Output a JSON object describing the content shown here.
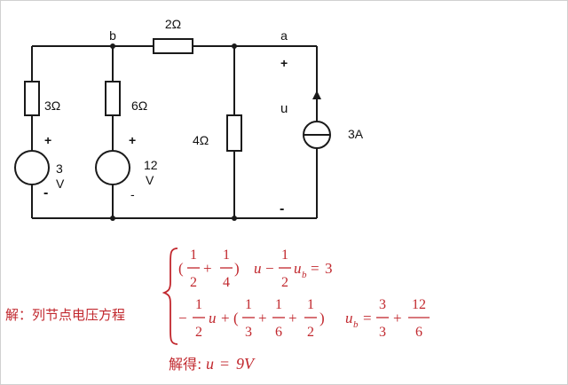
{
  "colors": {
    "wire": "#1a1a1a",
    "equation": "#c1272d",
    "frame": "#d0d0d0"
  },
  "circuit": {
    "nodes": {
      "b": "b",
      "a": "a"
    },
    "resistors": {
      "top": "2Ω",
      "left": "3Ω",
      "mid": "6Ω",
      "right": "4Ω"
    },
    "sources": {
      "v1": {
        "value": "3",
        "unit": "V",
        "plus": "+",
        "minus": "-"
      },
      "v2": {
        "value": "12",
        "unit": "V",
        "plus": "+",
        "minus": "-"
      },
      "current": {
        "value": "3A"
      }
    },
    "u_label": "u",
    "u_plus": "+",
    "u_minus": "-"
  },
  "solution": {
    "intro": "解：列节点电压方程",
    "eq1": {
      "open": "(",
      "f1_num": "1",
      "f1_den": "2",
      "plus1": "+",
      "f2_num": "1",
      "f2_den": "4",
      "close": ")",
      "u": "u",
      "minus": "−",
      "f3_num": "1",
      "f3_den": "2",
      "ub": "u",
      "ub_sub": "b",
      "eq_sign": "=",
      "rhs": "3"
    },
    "eq2": {
      "minus": "−",
      "f1_num": "1",
      "f1_den": "2",
      "u": "u",
      "plus0": "+",
      "open": "(",
      "f2_num": "1",
      "f2_den": "3",
      "plus1": "+",
      "f3_num": "1",
      "f3_den": "6",
      "plus2": "+",
      "f4_num": "1",
      "f4_den": "2",
      "close": ")",
      "ub": "u",
      "ub_sub": "b",
      "eq_sign": "=",
      "r1_num": "3",
      "r1_den": "3",
      "plus3": "+",
      "r2_num": "12",
      "r2_den": "6"
    },
    "result": {
      "prefix": "解得:",
      "u": "u",
      "eq_sign": "=",
      "value": "9V"
    }
  }
}
